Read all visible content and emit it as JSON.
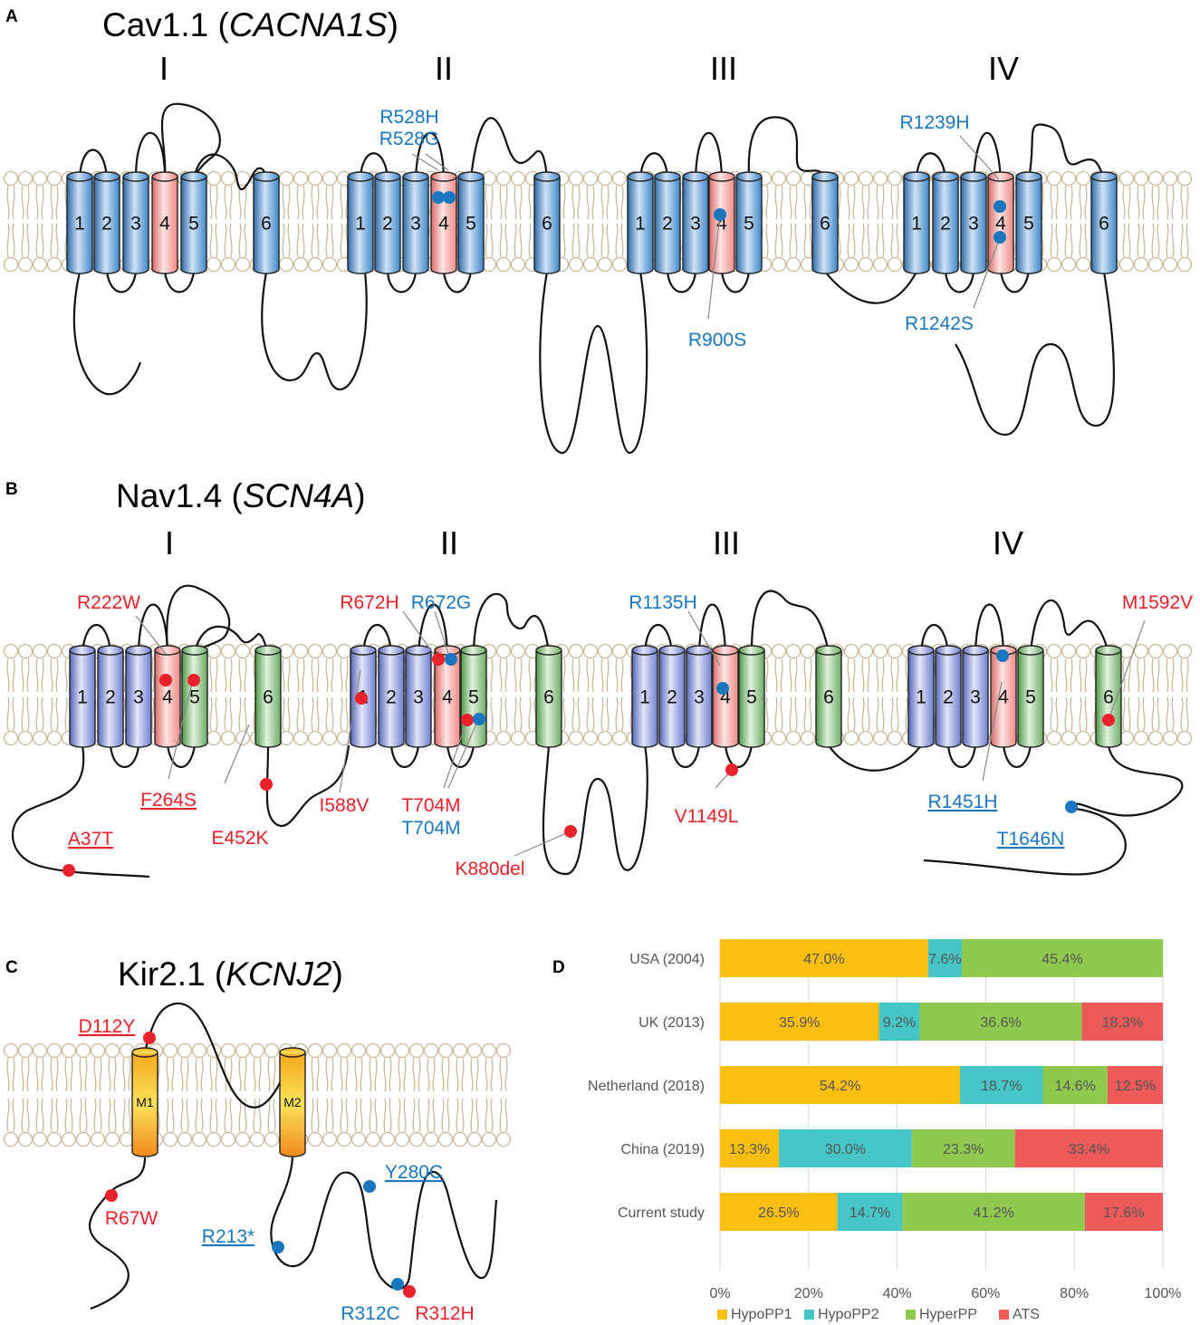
{
  "colors": {
    "mutation_red": "#e8212b",
    "mutation_blue": "#1a76bf",
    "cav_helix": "#5b9bd5",
    "voltage_sensor": "#f28b87",
    "nav_helix": "#7b8fd6",
    "nav_pore": "#7fb779",
    "kir_helix": "#f7b21a",
    "lipid": "#c9b99a"
  },
  "panels": {
    "a": {
      "letter": "A",
      "title_prefix": "Cav1.1 (",
      "gene": "CACNA1S",
      "title_suffix": ")",
      "domains": [
        "I",
        "II",
        "III",
        "IV"
      ],
      "segments": [
        "1",
        "2",
        "3",
        "4",
        "5",
        "6"
      ],
      "mutations": {
        "m1": "R528H",
        "m2": "R528G",
        "m3": "R900S",
        "m4": "R1239H",
        "m5": "R1242S"
      }
    },
    "b": {
      "letter": "B",
      "title_prefix": "Nav1.4 (",
      "gene": "SCN4A",
      "title_suffix": ")",
      "domains": [
        "I",
        "II",
        "III",
        "IV"
      ],
      "segments": [
        "1",
        "2",
        "3",
        "4",
        "5",
        "6"
      ],
      "mutations": {
        "m1": "R222W",
        "m2": "F264S",
        "m3": "E452K",
        "m4": "A37T",
        "m5": "R672H",
        "m6": "R672G",
        "m7": "I588V",
        "m8": "T704M",
        "m9": "T704M",
        "m10": "K880del",
        "m11": "R1135H",
        "m12": "V1149L",
        "m13": "R1451H",
        "m14": "T1646N",
        "m15": "M1592V"
      }
    },
    "c": {
      "letter": "C",
      "title_prefix": "Kir2.1 (",
      "gene": "KCNJ2",
      "title_suffix": ")",
      "helices": [
        "M1",
        "M2"
      ],
      "mutations": {
        "m1": "D112Y",
        "m2": "R67W",
        "m3": "R213*",
        "m4": "Y280C",
        "m5": "R312C",
        "m6": "R312H"
      }
    },
    "d": {
      "letter": "D"
    }
  },
  "chart_data": {
    "type": "bar",
    "orientation": "horizontal",
    "stacked": "percent",
    "categories": [
      "USA (2004)",
      "UK (2013)",
      "Netherland (2018)",
      "China (2019)",
      "Current study"
    ],
    "series": [
      {
        "name": "HypoPP1",
        "color": "#fbbf10",
        "values": [
          47.0,
          35.9,
          54.2,
          13.3,
          26.5
        ],
        "labels": [
          "47.0%",
          "35.9%",
          "54.2%",
          "13.3%",
          "26.5%"
        ]
      },
      {
        "name": "HypoPP2",
        "color": "#46c6c6",
        "values": [
          7.6,
          9.2,
          18.7,
          30.0,
          14.7
        ],
        "labels": [
          "7.6%",
          "9.2%",
          "18.7%",
          "30.0%",
          "14.7%"
        ]
      },
      {
        "name": "HyperPP",
        "color": "#8fc94e",
        "values": [
          45.4,
          36.6,
          14.6,
          23.3,
          41.2
        ],
        "labels": [
          "45.4%",
          "36.6%",
          "14.6%",
          "23.3%",
          "41.2%"
        ]
      },
      {
        "name": "ATS",
        "color": "#ee5a5a",
        "values": [
          0,
          18.3,
          12.5,
          33.4,
          17.6
        ],
        "labels": [
          "",
          "18.3%",
          "12.5%",
          "33.4%",
          "17.6%"
        ]
      }
    ],
    "xticks": [
      "0%",
      "20%",
      "40%",
      "60%",
      "80%",
      "100%"
    ],
    "xlim": [
      0,
      100
    ],
    "grid": "vertical",
    "legend": "bottom"
  }
}
